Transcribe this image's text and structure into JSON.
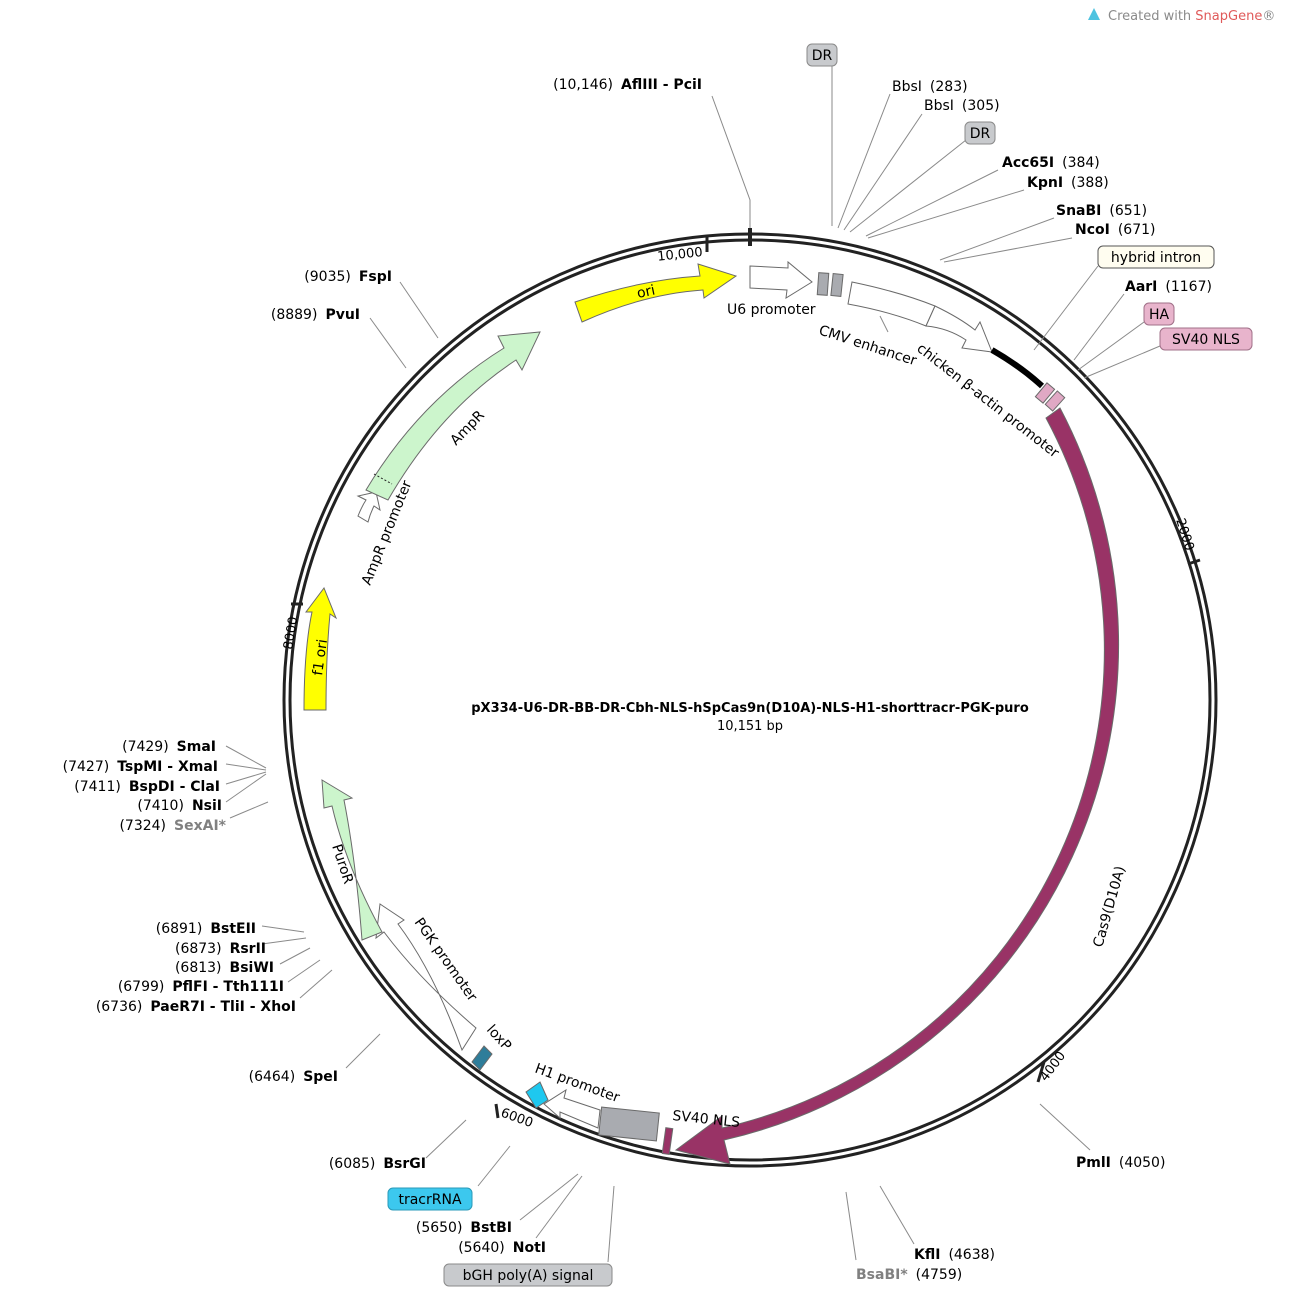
{
  "watermark": {
    "prefix": "Created with ",
    "brand": "SnapGene",
    "suffix": "®"
  },
  "plasmid": {
    "name": "pX334-U6-DR-BB-DR-Cbh-NLS-hSpCas9n(D10A)-NLS-H1-shorttracr-PGK-puro",
    "size_label": "10,151 bp"
  },
  "ticks": [
    {
      "label": "10,000"
    },
    {
      "label": "2000"
    },
    {
      "label": "4000"
    },
    {
      "label": "6000"
    },
    {
      "label": "8000"
    }
  ],
  "colors": {
    "cas9": "#993366",
    "ori": "#ffff00",
    "ampr": "#ccf5cc",
    "grey_box": "#a9abb0",
    "cyan": "#1ec8ef",
    "loxp": "#2e7d9a",
    "pink": "#e0a8c4",
    "outline": "#6a6a6a"
  },
  "sites": [
    {
      "name": "AflIII - PciI",
      "pos": "(10,146)",
      "side": "left"
    },
    {
      "name": "BbsI",
      "pos": "(283)",
      "side": "right",
      "plain": true
    },
    {
      "name": "BbsI",
      "pos": "(305)",
      "side": "right",
      "plain": true
    },
    {
      "name": "Acc65I",
      "pos": "(384)",
      "side": "right"
    },
    {
      "name": "KpnI",
      "pos": "(388)",
      "side": "right"
    },
    {
      "name": "SnaBI",
      "pos": "(651)",
      "side": "right"
    },
    {
      "name": "NcoI",
      "pos": "(671)",
      "side": "right"
    },
    {
      "name": "AarI",
      "pos": "(1167)",
      "side": "right"
    },
    {
      "name": "PmlI",
      "pos": "(4050)",
      "side": "right"
    },
    {
      "name": "KflI",
      "pos": "(4638)",
      "side": "right"
    },
    {
      "name": "BsaBI*",
      "pos": "(4759)",
      "side": "right",
      "grey": true
    },
    {
      "name": "NotI",
      "pos": "(5640)",
      "side": "left"
    },
    {
      "name": "BstBI",
      "pos": "(5650)",
      "side": "left"
    },
    {
      "name": "BsrGI",
      "pos": "(6085)",
      "side": "left"
    },
    {
      "name": "SpeI",
      "pos": "(6464)",
      "side": "left"
    },
    {
      "name": "PaeR7I - TliI - XhoI",
      "pos": "(6736)",
      "side": "left"
    },
    {
      "name": "PflFI - Tth111I",
      "pos": "(6799)",
      "side": "left"
    },
    {
      "name": "BsiWI",
      "pos": "(6813)",
      "side": "left"
    },
    {
      "name": "RsrII",
      "pos": "(6873)",
      "side": "left"
    },
    {
      "name": "BstEII",
      "pos": "(6891)",
      "side": "left"
    },
    {
      "name": "SexAI*",
      "pos": "(7324)",
      "side": "left",
      "grey": true
    },
    {
      "name": "NsiI",
      "pos": "(7410)",
      "side": "left"
    },
    {
      "name": "BspDI - ClaI",
      "pos": "(7411)",
      "side": "left"
    },
    {
      "name": "TspMI - XmaI",
      "pos": "(7427)",
      "side": "left"
    },
    {
      "name": "SmaI",
      "pos": "(7429)",
      "side": "left"
    },
    {
      "name": "PvuI",
      "pos": "(8889)",
      "side": "left"
    },
    {
      "name": "FspI",
      "pos": "(9035)",
      "side": "left"
    }
  ],
  "boxed_features": [
    {
      "label": "DR",
      "style": "grey"
    },
    {
      "label": "DR",
      "style": "grey"
    },
    {
      "label": "hybrid intron",
      "style": "white"
    },
    {
      "label": "HA",
      "style": "pink"
    },
    {
      "label": "SV40 NLS",
      "style": "pink"
    },
    {
      "label": "tracrRNA",
      "style": "cyan"
    },
    {
      "label": "bGH poly(A) signal",
      "style": "grey"
    }
  ],
  "features": [
    {
      "label": "ori"
    },
    {
      "label": "U6 promoter"
    },
    {
      "label": "CMV enhancer"
    },
    {
      "label": "chicken β-actin promoter"
    },
    {
      "label": "Cas9(D10A)"
    },
    {
      "label": "SV40 NLS"
    },
    {
      "label": "H1 promoter"
    },
    {
      "label": "loxP"
    },
    {
      "label": "PGK promoter"
    },
    {
      "label": "PuroR"
    },
    {
      "label": "f1 ori"
    },
    {
      "label": "AmpR promoter"
    },
    {
      "label": "AmpR"
    }
  ]
}
